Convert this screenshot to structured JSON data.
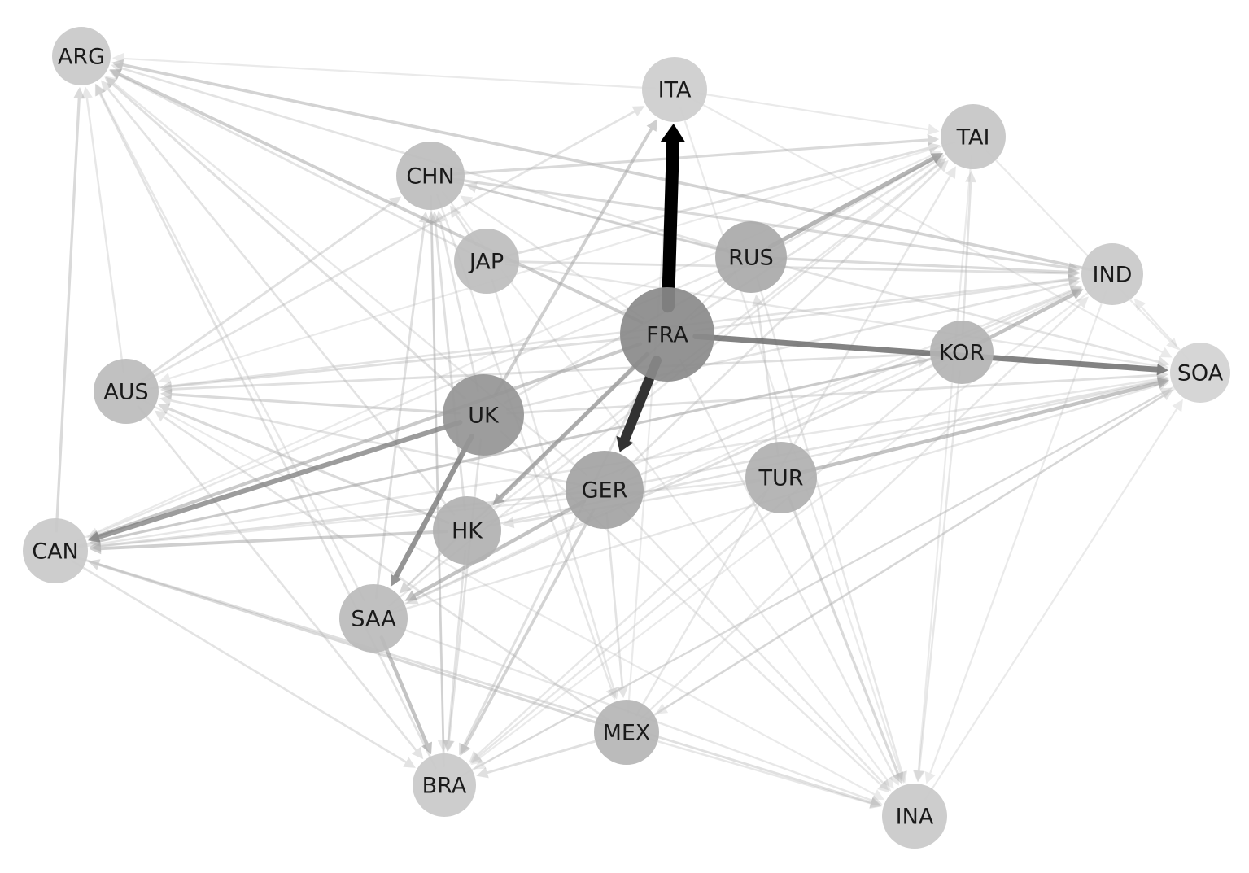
{
  "nodes": [
    {
      "id": "ARG",
      "label": "ARG",
      "fill": "#c9c9c9"
    },
    {
      "id": "ITA",
      "label": "ITA",
      "fill": "#cdcdcd"
    },
    {
      "id": "TAI",
      "label": "TAI",
      "fill": "#c6c6c6"
    },
    {
      "id": "CHN",
      "label": "CHN",
      "fill": "#bdbdbd"
    },
    {
      "id": "JAP",
      "label": "JAP",
      "fill": "#bdbdbd"
    },
    {
      "id": "RUS",
      "label": "RUS",
      "fill": "#a9a9a9"
    },
    {
      "id": "IND",
      "label": "IND",
      "fill": "#c9c9c9"
    },
    {
      "id": "FRA",
      "label": "FRA",
      "fill": "#8a8a8a"
    },
    {
      "id": "KOR",
      "label": "KOR",
      "fill": "#b3b3b3"
    },
    {
      "id": "SOA",
      "label": "SOA",
      "fill": "#d2d2d2"
    },
    {
      "id": "AUS",
      "label": "AUS",
      "fill": "#bcbcbc"
    },
    {
      "id": "UK",
      "label": "UK",
      "fill": "#959595"
    },
    {
      "id": "GER",
      "label": "GER",
      "fill": "#a3a3a3"
    },
    {
      "id": "TUR",
      "label": "TUR",
      "fill": "#b0b0b0"
    },
    {
      "id": "CAN",
      "label": "CAN",
      "fill": "#c9c9c9"
    },
    {
      "id": "HK",
      "label": "HK",
      "fill": "#b1b1b1"
    },
    {
      "id": "SAA",
      "label": "SAA",
      "fill": "#bbbbbb"
    },
    {
      "id": "MEX",
      "label": "MEX",
      "fill": "#b5b5b5"
    },
    {
      "id": "BRA",
      "label": "BRA",
      "fill": "#c9c9c9"
    },
    {
      "id": "INA",
      "label": "INA",
      "fill": "#c9c9c9"
    }
  ],
  "edges": [
    {
      "from": "FRA",
      "to": "ITA",
      "weight": 1.0
    },
    {
      "from": "FRA",
      "to": "GER",
      "weight": 0.75
    },
    {
      "from": "FRA",
      "to": "SOA",
      "weight": 0.45
    },
    {
      "from": "UK",
      "to": "SAA",
      "weight": 0.4
    },
    {
      "from": "UK",
      "to": "CAN",
      "weight": 0.38
    },
    {
      "from": "FRA",
      "to": "HK",
      "weight": 0.3
    },
    {
      "from": "RUS",
      "to": "TAI",
      "weight": 0.3
    },
    {
      "from": "KOR",
      "to": "IND",
      "weight": 0.25
    },
    {
      "from": "TUR",
      "to": "SOA",
      "weight": 0.25
    },
    {
      "from": "GER",
      "to": "SAA",
      "weight": 0.25
    },
    {
      "from": "SAA",
      "to": "BRA",
      "weight": 0.25
    },
    {
      "from": "FRA",
      "to": "CAN",
      "weight": 0.22
    },
    {
      "from": "FRA",
      "to": "ARG",
      "weight": 0.2
    },
    {
      "from": "UK",
      "to": "ITA",
      "weight": 0.2
    },
    {
      "from": "HK",
      "to": "CAN",
      "weight": 0.2
    },
    {
      "from": "GER",
      "to": "BRA",
      "weight": 0.18
    },
    {
      "from": "IND",
      "to": "ARG",
      "weight": 0.18
    },
    {
      "from": "CHN",
      "to": "TAI",
      "weight": 0.15
    },
    {
      "from": "CHN",
      "to": "IND",
      "weight": 0.15
    },
    {
      "from": "CHN",
      "to": "SOA",
      "weight": 0.1
    },
    {
      "from": "JAP",
      "to": "TAI",
      "weight": 0.12
    },
    {
      "from": "JAP",
      "to": "IND",
      "weight": 0.12
    },
    {
      "from": "RUS",
      "to": "IND",
      "weight": 0.15
    },
    {
      "from": "RUS",
      "to": "CHN",
      "weight": 0.12
    },
    {
      "from": "RUS",
      "to": "ARG",
      "weight": 0.1
    },
    {
      "from": "KOR",
      "to": "CAN",
      "weight": 0.15
    },
    {
      "from": "KOR",
      "to": "SAA",
      "weight": 0.12
    },
    {
      "from": "KOR",
      "to": "AUS",
      "weight": 0.12
    },
    {
      "from": "KOR",
      "to": "TAI",
      "weight": 0.1
    },
    {
      "from": "TUR",
      "to": "INA",
      "weight": 0.15
    },
    {
      "from": "TUR",
      "to": "HK",
      "weight": 0.1
    },
    {
      "from": "TUR",
      "to": "RUS",
      "weight": 0.1
    },
    {
      "from": "MEX",
      "to": "CAN",
      "weight": 0.15
    },
    {
      "from": "MEX",
      "to": "BRA",
      "weight": 0.12
    },
    {
      "from": "MEX",
      "to": "SOA",
      "weight": 0.1
    },
    {
      "from": "MEX",
      "to": "TAI",
      "weight": 0.08
    },
    {
      "from": "MEX",
      "to": "AUS",
      "weight": 0.1
    },
    {
      "from": "MEX",
      "to": "IND",
      "weight": 0.08
    },
    {
      "from": "BRA",
      "to": "CHN",
      "weight": 0.12
    },
    {
      "from": "BRA",
      "to": "ARG",
      "weight": 0.1
    },
    {
      "from": "BRA",
      "to": "SOA",
      "weight": 0.08
    },
    {
      "from": "CAN",
      "to": "ARG",
      "weight": 0.15
    },
    {
      "from": "CAN",
      "to": "INA",
      "weight": 0.12
    },
    {
      "from": "CAN",
      "to": "BRA",
      "weight": 0.1
    },
    {
      "from": "CAN",
      "to": "KOR",
      "weight": 0.1
    },
    {
      "from": "AUS",
      "to": "CHN",
      "weight": 0.12
    },
    {
      "from": "AUS",
      "to": "IND",
      "weight": 0.1
    },
    {
      "from": "AUS",
      "to": "ITA",
      "weight": 0.1
    },
    {
      "from": "AUS",
      "to": "BRA",
      "weight": 0.1
    },
    {
      "from": "AUS",
      "to": "ARG",
      "weight": 0.08
    },
    {
      "from": "HK",
      "to": "AUS",
      "weight": 0.15
    },
    {
      "from": "HK",
      "to": "CHN",
      "weight": 0.12
    },
    {
      "from": "HK",
      "to": "ARG",
      "weight": 0.1
    },
    {
      "from": "HK",
      "to": "BRA",
      "weight": 0.1
    },
    {
      "from": "HK",
      "to": "SOA",
      "weight": 0.1
    },
    {
      "from": "HK",
      "to": "IND",
      "weight": 0.08
    },
    {
      "from": "SAA",
      "to": "CHN",
      "weight": 0.12
    },
    {
      "from": "SAA",
      "to": "ARG",
      "weight": 0.08
    },
    {
      "from": "SAA",
      "to": "TAI",
      "weight": 0.08
    },
    {
      "from": "SAA",
      "to": "INA",
      "weight": 0.08
    },
    {
      "from": "GER",
      "to": "CAN",
      "weight": 0.12
    },
    {
      "from": "GER",
      "to": "AUS",
      "weight": 0.1
    },
    {
      "from": "GER",
      "to": "MEX",
      "weight": 0.1
    },
    {
      "from": "GER",
      "to": "TAI",
      "weight": 0.1
    },
    {
      "from": "GER",
      "to": "IND",
      "weight": 0.1
    },
    {
      "from": "GER",
      "to": "SOA",
      "weight": 0.1
    },
    {
      "from": "GER",
      "to": "ARG",
      "weight": 0.08
    },
    {
      "from": "GER",
      "to": "INA",
      "weight": 0.08
    },
    {
      "from": "UK",
      "to": "AUS",
      "weight": 0.15
    },
    {
      "from": "UK",
      "to": "ARG",
      "weight": 0.12
    },
    {
      "from": "UK",
      "to": "TAI",
      "weight": 0.1
    },
    {
      "from": "UK",
      "to": "IND",
      "weight": 0.1
    },
    {
      "from": "UK",
      "to": "SOA",
      "weight": 0.12
    },
    {
      "from": "UK",
      "to": "BRA",
      "weight": 0.1
    },
    {
      "from": "UK",
      "to": "CHN",
      "weight": 0.1
    },
    {
      "from": "UK",
      "to": "INA",
      "weight": 0.08
    },
    {
      "from": "FRA",
      "to": "AUS",
      "weight": 0.12
    },
    {
      "from": "FRA",
      "to": "BRA",
      "weight": 0.12
    },
    {
      "from": "FRA",
      "to": "TAI",
      "weight": 0.1
    },
    {
      "from": "FRA",
      "to": "IND",
      "weight": 0.1
    },
    {
      "from": "FRA",
      "to": "INA",
      "weight": 0.08
    },
    {
      "from": "FRA",
      "to": "CHN",
      "weight": 0.08
    },
    {
      "from": "FRA",
      "to": "SAA",
      "weight": 0.08
    },
    {
      "from": "ITA",
      "to": "TAI",
      "weight": 0.06
    },
    {
      "from": "ITA",
      "to": "SOA",
      "weight": 0.06
    },
    {
      "from": "ITA",
      "to": "INA",
      "weight": 0.06
    },
    {
      "from": "ITA",
      "to": "ARG",
      "weight": 0.06
    },
    {
      "from": "JAP",
      "to": "ARG",
      "weight": 0.1
    },
    {
      "from": "JAP",
      "to": "MEX",
      "weight": 0.08
    },
    {
      "from": "JAP",
      "to": "SOA",
      "weight": 0.08
    },
    {
      "from": "JAP",
      "to": "CHN",
      "weight": 0.1
    },
    {
      "from": "CHN",
      "to": "MEX",
      "weight": 0.08
    },
    {
      "from": "CHN",
      "to": "BRA",
      "weight": 0.08
    },
    {
      "from": "TAI",
      "to": "INA",
      "weight": 0.06
    },
    {
      "from": "TAI",
      "to": "SOA",
      "weight": 0.06
    },
    {
      "from": "TAI",
      "to": "AUS",
      "weight": 0.06
    },
    {
      "from": "IND",
      "to": "INA",
      "weight": 0.06
    },
    {
      "from": "IND",
      "to": "BRA",
      "weight": 0.06
    },
    {
      "from": "SOA",
      "to": "BRA",
      "weight": 0.06
    },
    {
      "from": "SOA",
      "to": "MEX",
      "weight": 0.06
    },
    {
      "from": "SOA",
      "to": "IND",
      "weight": 0.06
    },
    {
      "from": "RUS",
      "to": "INA",
      "weight": 0.08
    },
    {
      "from": "RUS",
      "to": "SAA",
      "weight": 0.08
    },
    {
      "from": "RUS",
      "to": "CAN",
      "weight": 0.08
    },
    {
      "from": "KOR",
      "to": "INA",
      "weight": 0.08
    },
    {
      "from": "KOR",
      "to": "BRA",
      "weight": 0.08
    },
    {
      "from": "TUR",
      "to": "CAN",
      "weight": 0.08
    },
    {
      "from": "TUR",
      "to": "BRA",
      "weight": 0.08
    },
    {
      "from": "MEX",
      "to": "INA",
      "weight": 0.08
    },
    {
      "from": "MEX",
      "to": "ITA",
      "weight": 0.06
    },
    {
      "from": "INA",
      "to": "SOA",
      "weight": 0.06
    },
    {
      "from": "AUS",
      "to": "INA",
      "weight": 0.06
    },
    {
      "from": "CAN",
      "to": "SOA",
      "weight": 0.08
    },
    {
      "from": "CAN",
      "to": "TAI",
      "weight": 0.06
    },
    {
      "from": "CHN",
      "to": "INA",
      "weight": 0.06
    },
    {
      "from": "HK",
      "to": "TAI",
      "weight": 0.08
    },
    {
      "from": "SAA",
      "to": "SOA",
      "weight": 0.08
    },
    {
      "from": "SAA",
      "to": "IND",
      "weight": 0.06
    }
  ]
}
